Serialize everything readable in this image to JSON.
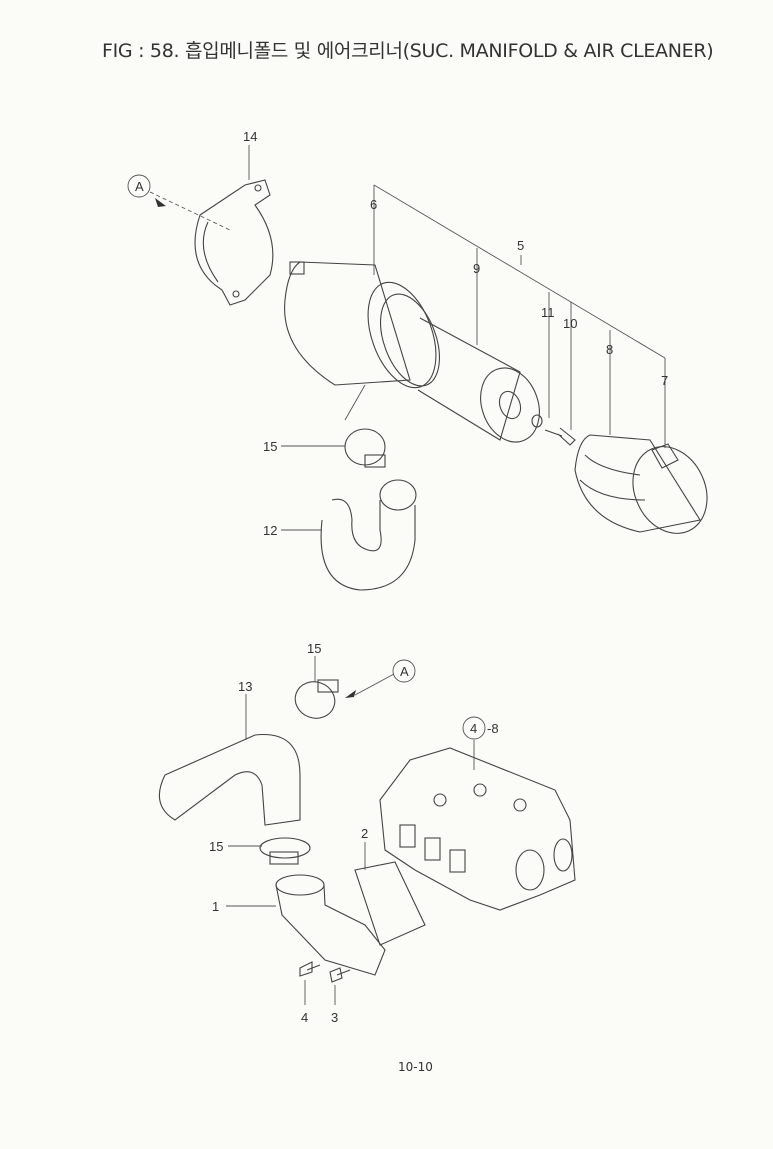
{
  "title": "FIG : 58. 흡입메니폴드 및 에어크리너(SUC. MANIFOLD & AIR CLEANER)",
  "callouts": {
    "p14": "14",
    "a_top": "A",
    "p6": "6",
    "p5": "5",
    "p9": "9",
    "p11": "11",
    "p10": "10",
    "p8": "8",
    "p7": "7",
    "p15_top": "15",
    "p12": "12",
    "p15_mid": "15",
    "p13": "13",
    "a_bottom": "A",
    "p4_group": "4",
    "p4_group_suffix": "-8",
    "p2": "2",
    "p15_low": "15",
    "p1": "1",
    "p4": "4",
    "p3": "3"
  },
  "page_number": "10-10"
}
